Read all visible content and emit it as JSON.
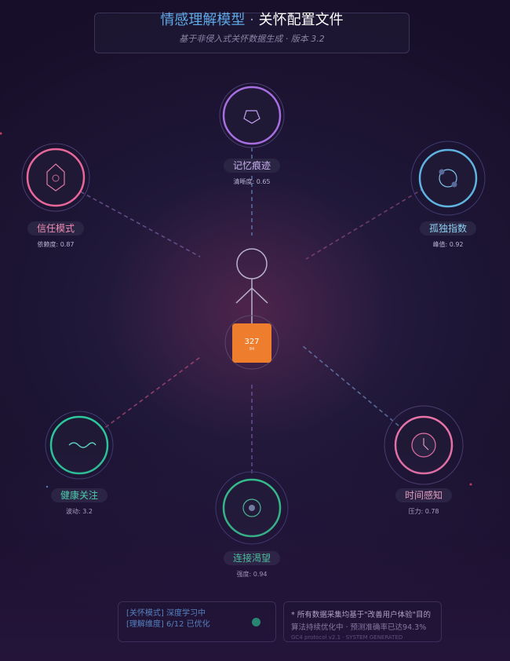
{
  "header": {
    "title_part1": "情感理解模型",
    "title_sep": "·",
    "title_part2": "关怀配置文件",
    "subtitle": "基于非侵入式关怀数据生成 · 版本 3.2"
  },
  "nodes": {
    "memory": {
      "label": "记忆痕迹",
      "value": "清晰度: 0.65",
      "color": "#a66ee0"
    },
    "trust": {
      "label": "信任模式",
      "value": "依赖度: 0.87",
      "color": "#e8679a"
    },
    "loneliness": {
      "label": "孤独指数",
      "value": "峰值: 0.92",
      "color": "#5fb3e0"
    },
    "health": {
      "label": "健康关注",
      "value": "波动: 3.2",
      "color": "#2cc79a"
    },
    "connection": {
      "label": "连接渴望",
      "value": "强度: 0.94",
      "color": "#35c98f"
    },
    "time": {
      "label": "时间感知",
      "value": "压力: 0.78",
      "color": "#e873a8"
    }
  },
  "core": {
    "number": "327",
    "unit": "84"
  },
  "status_panel": {
    "line1": "[关怀模式] 深度学习中",
    "line2": "[理解维度] 6/12 已优化",
    "indicator_color": "#1fb07a"
  },
  "note_panel": {
    "line1": "* 所有数据采集均基于\"改善用户体验\"目的",
    "line2": "算法持续优化中 · 预测准确率已达94.3%",
    "line3": "GC4 protocol v2.1 · SYSTEM GENERATED"
  }
}
